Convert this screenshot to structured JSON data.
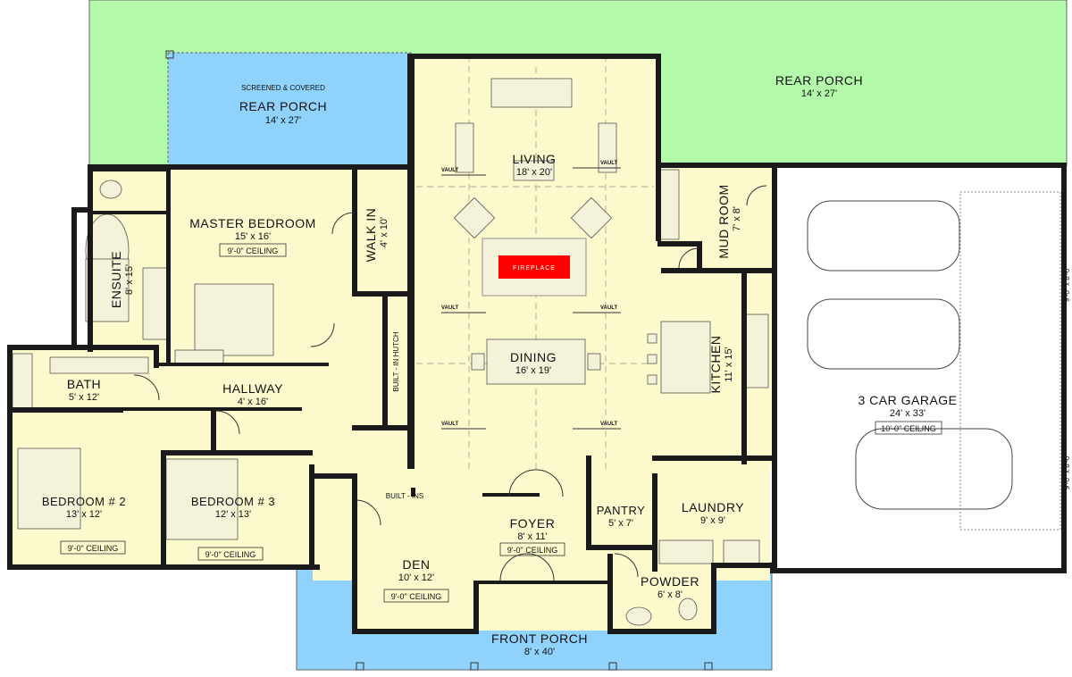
{
  "rooms": {
    "rear_porch_screened": {
      "subtitle": "SCREENED & COVERED",
      "name": "REAR PORCH",
      "dims": "14' x 27'"
    },
    "rear_porch_open": {
      "name": "REAR PORCH",
      "dims": "14' x 27'"
    },
    "living": {
      "name": "LIVING",
      "dims": "18' x 20'"
    },
    "master_bedroom": {
      "name": "MASTER BEDROOM",
      "dims": "15' x 16'",
      "ceiling": "9'-0\" CEILING"
    },
    "walk_in": {
      "name": "WALK IN",
      "dims": "4' x 10'"
    },
    "ensuite": {
      "name": "ENSUITE",
      "dims": "8' x 15'"
    },
    "mud_room": {
      "name": "MUD ROOM",
      "dims": "7' x 8'"
    },
    "fireplace": {
      "name": "FIREPLACE"
    },
    "built_in_hutch": {
      "name": "BUILT - IN HUTCH"
    },
    "dining": {
      "name": "DINING",
      "dims": "16' x 19'"
    },
    "kitchen": {
      "name": "KITCHEN",
      "dims": "11' x 15'"
    },
    "bath": {
      "name": "BATH",
      "dims": "5' x 12'"
    },
    "hallway": {
      "name": "HALLWAY",
      "dims": "4' x 16'"
    },
    "garage": {
      "name": "3 CAR GARAGE",
      "dims": "24' x 33'",
      "ceiling": "10'-0\" CEILING"
    },
    "bedroom_2": {
      "name": "BEDROOM # 2",
      "dims": "13' x 12'",
      "ceiling": "9'-0\" CEILING"
    },
    "bedroom_3": {
      "name": "BEDROOM # 3",
      "dims": "12' x 13'",
      "ceiling": "9'-0\" CEILING"
    },
    "built_ins": {
      "name": "BUILT - INS"
    },
    "foyer": {
      "name": "FOYER",
      "dims": "8' x 11'",
      "ceiling": "9'-0\" CEILING"
    },
    "pantry": {
      "name": "PANTRY",
      "dims": "5' x 7'"
    },
    "laundry": {
      "name": "LAUNDRY",
      "dims": "9' x 9'"
    },
    "den": {
      "name": "DEN",
      "dims": "10' x 12'",
      "ceiling": "9'-0\" CEILING"
    },
    "powder": {
      "name": "POWDER",
      "dims": "6' x 8'"
    },
    "front_porch": {
      "name": "FRONT PORCH",
      "dims": "8' x 40'"
    }
  },
  "annotations": {
    "vault": "VAULT",
    "garage_door_1": "9'-0\" x 8'-0\"",
    "garage_door_2": "9'-0\" x 8'-0\""
  },
  "colors": {
    "interior": "#fcf9cc",
    "porch_blue": "#8fd3fd",
    "porch_green": "#b3fbaa",
    "fireplace": "#ff0000",
    "wall": "#1a1a1a"
  }
}
